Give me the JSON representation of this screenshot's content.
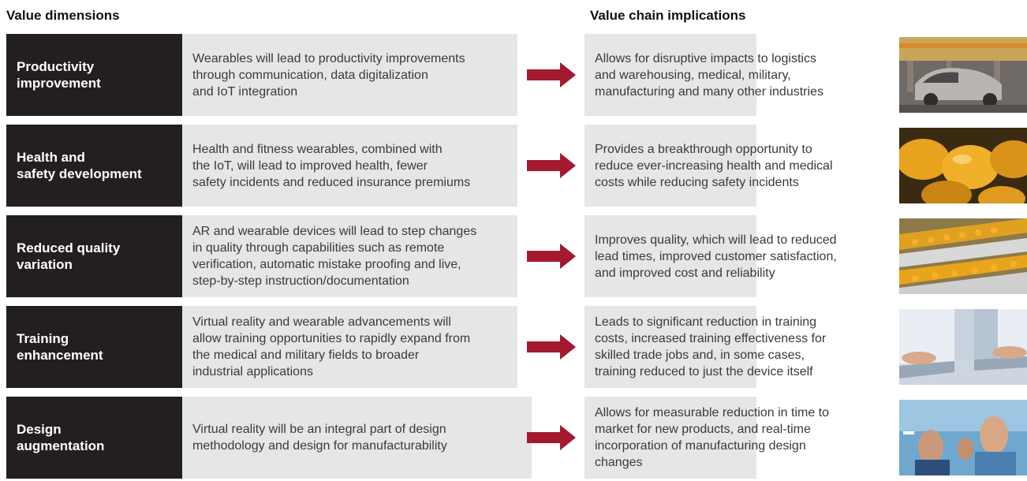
{
  "headers": {
    "value_dimensions": "Value dimensions",
    "value_chain_implications": "Value chain implications"
  },
  "rows": [
    {
      "dimension": "Productivity\nimprovement",
      "description": "Wearables will lead to productivity improvements\nthrough communication, data digitalization\nand IoT integration",
      "implication": "Allows for disruptive impacts to logistics\nand warehousing, medical, military,\nmanufacturing and many other industries",
      "photo": "car-assembly-line-photo"
    },
    {
      "dimension": "Health and\nsafety development",
      "description": "Health and fitness wearables, combined with\nthe IoT, will lead to improved health, fewer\nsafety incidents and reduced insurance premiums",
      "implication": "Provides a breakthrough opportunity to\nreduce ever-increasing health and medical\ncosts while reducing safety incidents",
      "photo": "hard-hats-photo"
    },
    {
      "dimension": "Reduced quality\nvariation",
      "description": "AR and wearable devices will lead to step changes\nin quality through capabilities such as remote\nverification, automatic mistake proofing and live,\nstep-by-step instruction/documentation",
      "implication": "Improves quality, which will lead to reduced\nlead times, improved customer satisfaction,\nand improved cost and reliability",
      "photo": "production-line-oranges-photo"
    },
    {
      "dimension": "Training\nenhancement",
      "description": "Virtual reality and wearable advancements will\nallow training opportunities to rapidly expand from\nthe medical and military fields to broader\nindustrial applications",
      "implication": "Leads to significant reduction in training\ncosts, increased training effectiveness for\nskilled trade jobs and, in some cases,\ntraining reduced to just the device itself",
      "photo": "laptop-typing-photo"
    },
    {
      "dimension": "Design\naugmentation",
      "description": "Virtual reality will be an integral part of design\nmethodology and design for manufacturability",
      "implication": "Allows for measurable reduction in time to\nmarket for new products, and real-time\nincorporation of manufacturing design\nchanges",
      "photo": "designers-at-whiteboard-photo"
    }
  ],
  "colors": {
    "dimension_bg": "#231f20",
    "panel_bg": "#e6e6e7",
    "arrow": "#a3192f"
  }
}
